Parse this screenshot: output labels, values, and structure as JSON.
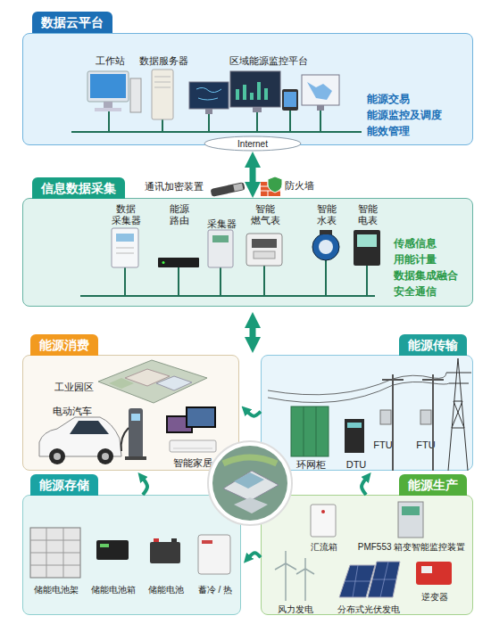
{
  "diagram": {
    "nodes": [
      {
        "text": [
          "数据云平台",
          "工作站",
          "数据服务器",
          "区域能源监控平台",
          "能源交易",
          "能源监控及调度",
          "能效管理"
        ]
      },
      {
        "text": [
          "Internet"
        ]
      },
      {
        "text": [
          "信息数据采集",
          "数据 采集器",
          "能源 路由",
          "采集器",
          "智能 燃气表",
          "智能 水表",
          "智能 电表",
          "传感信息",
          "用能计量",
          "数据集成融合",
          "安全通信"
        ]
      },
      {
        "text": [
          "能源消费",
          "工业园区",
          "电动汽车",
          "智能家居"
        ]
      },
      {
        "text": [
          "能源传输",
          "环网柜",
          "DTU",
          "FTU",
          "FTU"
        ]
      },
      {
        "text": [
          "能源存储",
          "储能电池架",
          "储能电池箱",
          "储能电池",
          "蓄冷 / 热"
        ]
      },
      {
        "text": [
          "能源生产",
          "汇流箱",
          "PMF553 箱变智能监控装置",
          "风力发电",
          "分布式光伏发电",
          "逆变器"
        ]
      }
    ],
    "edges": [
      {
        "from": 1,
        "to": 2,
        "arrow": "both"
      },
      {
        "from": 6,
        "to": 4,
        "arrow": "to"
      },
      {
        "from": 4,
        "to": 3,
        "arrow": "to"
      },
      {
        "from": 5,
        "to": 3,
        "arrow": "to"
      },
      {
        "from": 6,
        "to": 5,
        "arrow": "to"
      }
    ],
    "labels": [
      "通讯加密装置",
      "防火墙"
    ]
  }
}
